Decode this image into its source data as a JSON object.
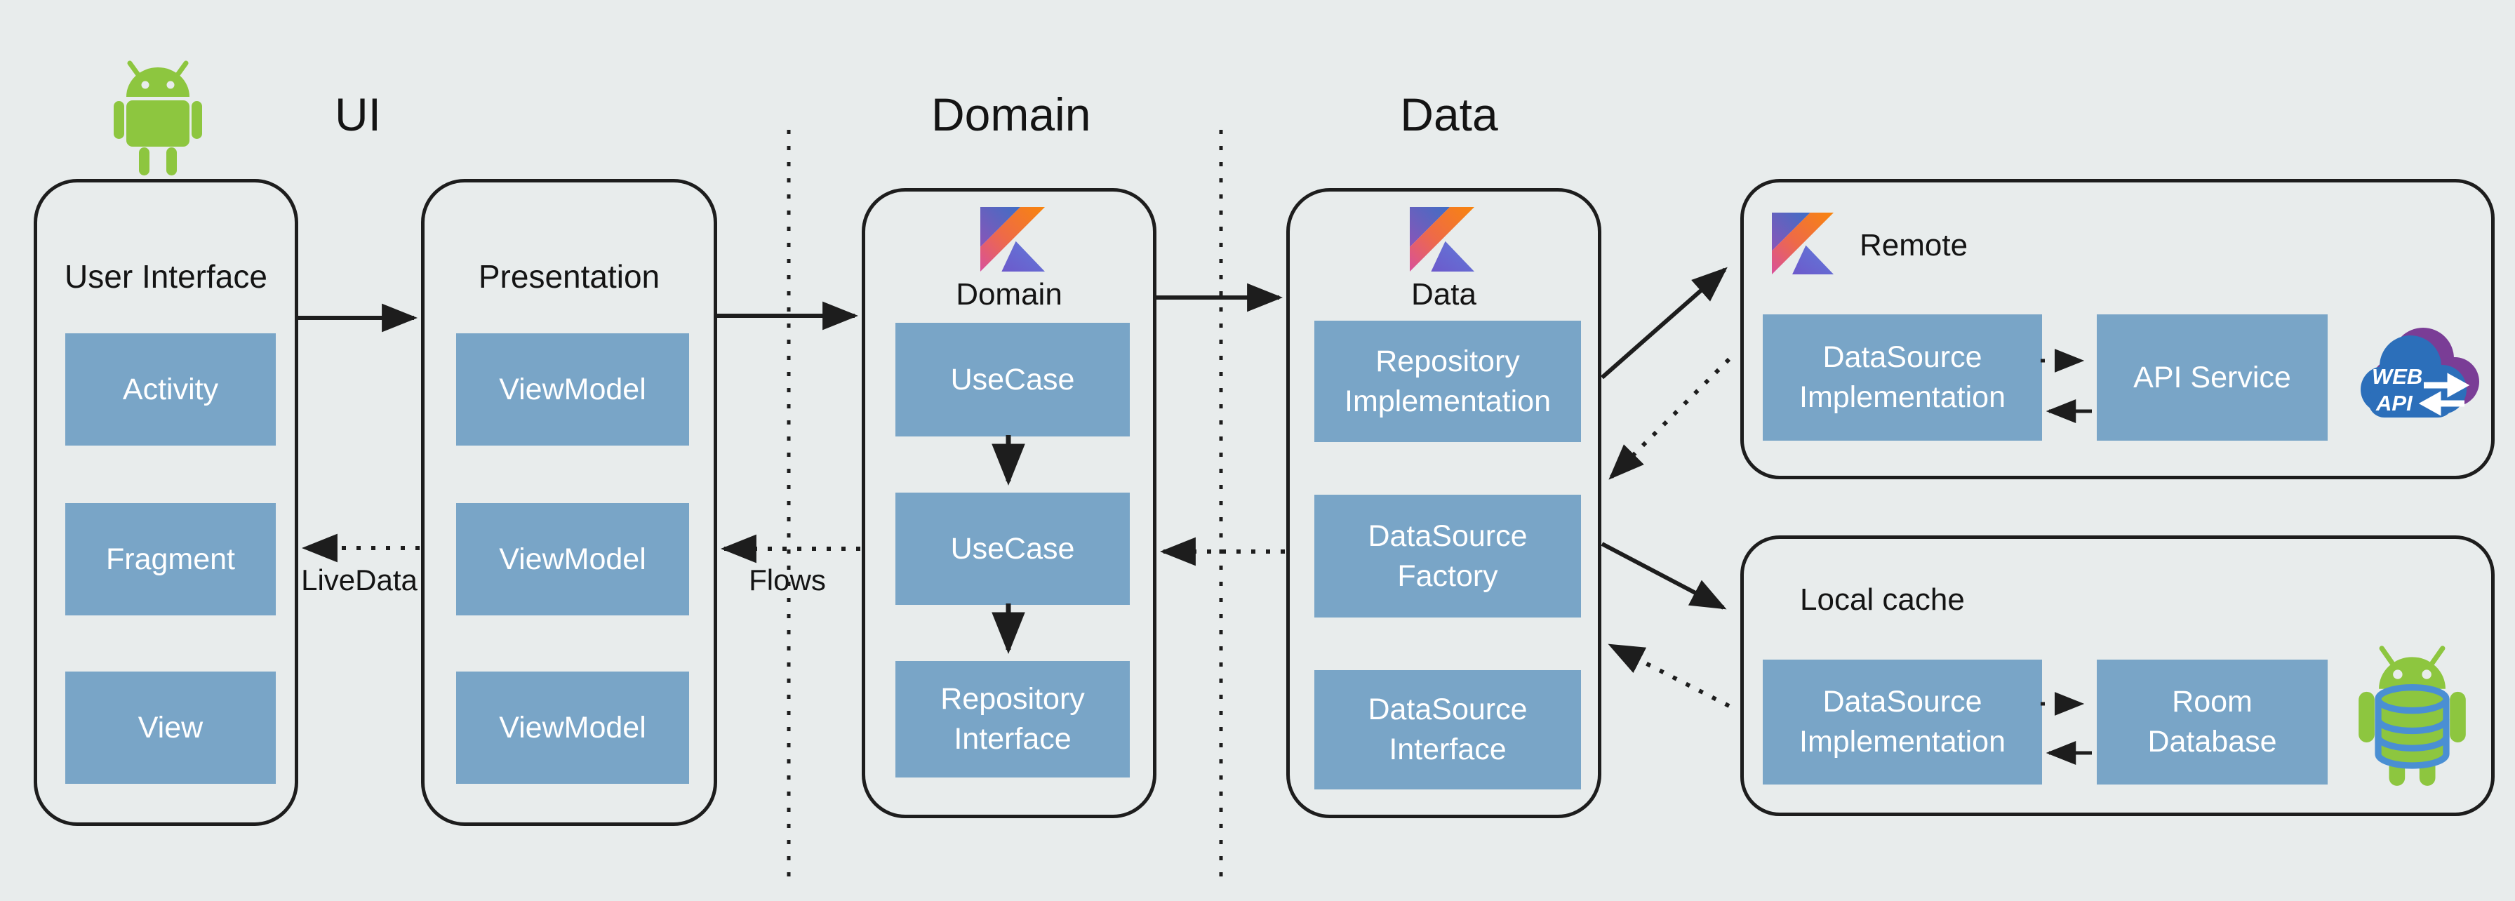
{
  "diagram": {
    "background": "#e8ecec",
    "titles": {
      "ui": "UI",
      "domain": "Domain",
      "data": "Data"
    },
    "labels": {
      "livedata": "LiveData",
      "flows": "Flows"
    },
    "panels": {
      "user_interface": {
        "title": "User Interface",
        "boxes": [
          "Activity",
          "Fragment",
          "View"
        ]
      },
      "presentation": {
        "title": "Presentation",
        "boxes": [
          "ViewModel",
          "ViewModel",
          "ViewModel"
        ]
      },
      "domain": {
        "title": "Domain",
        "boxes": [
          "UseCase",
          "UseCase",
          "Repository Interface"
        ]
      },
      "data": {
        "title": "Data",
        "boxes": [
          "Repository Implementation",
          "DataSource Factory",
          "DataSource Interface"
        ]
      },
      "remote": {
        "title": "Remote",
        "boxes": [
          "DataSource Implementation",
          "API Service"
        ]
      },
      "local_cache": {
        "title": "Local cache",
        "boxes": [
          "DataSource Implementation",
          "Room Database"
        ]
      }
    },
    "icons": {
      "android": "android-robot",
      "kotlin": "kotlin-logo",
      "web_api": {
        "line1": "WEB",
        "line2": "API"
      },
      "room": "android-room-database"
    },
    "colors": {
      "box_blue": "#79a5c7",
      "outline": "#1d1d1d",
      "android_green": "#8dc63f",
      "cloud_blue": "#2c6fba",
      "cloud_purple": "#7a3d96",
      "room_ring_blue": "#4a8fd3"
    }
  }
}
